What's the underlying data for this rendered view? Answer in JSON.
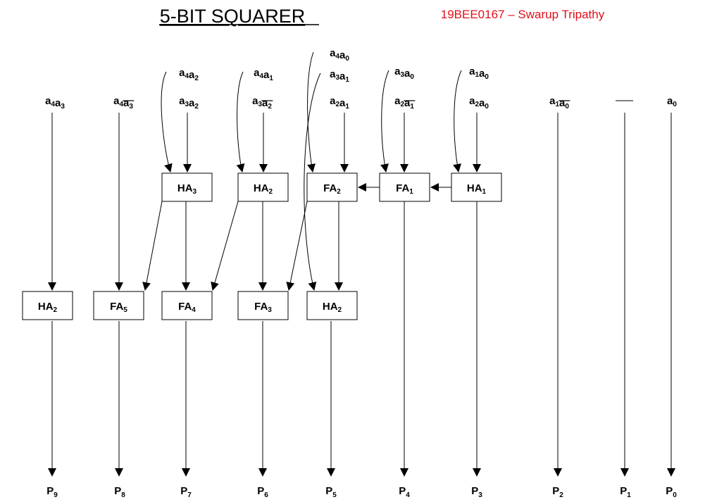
{
  "title": "5-BIT SQUARER",
  "author": "19BEE0167 – Swarup Tripathy",
  "inputs": [
    {
      "id": "a4a3",
      "text": [
        [
          "a",
          "4"
        ],
        [
          "a",
          "3"
        ]
      ]
    },
    {
      "id": "a4a3b",
      "text": [
        [
          "a",
          "4"
        ],
        [
          "a",
          "3",
          "bar"
        ]
      ]
    },
    {
      "id": "a4a2",
      "text": [
        [
          "a",
          "4"
        ],
        [
          "a",
          "2"
        ]
      ]
    },
    {
      "id": "a3a2",
      "text": [
        [
          "a",
          "3"
        ],
        [
          "a",
          "2"
        ]
      ]
    },
    {
      "id": "a4a1",
      "text": [
        [
          "a",
          "4"
        ],
        [
          "a",
          "1"
        ]
      ]
    },
    {
      "id": "a3a2b",
      "text": [
        [
          "a",
          "3"
        ],
        [
          "a",
          "2",
          "bar"
        ]
      ]
    },
    {
      "id": "a4a0",
      "text": [
        [
          "a",
          "4"
        ],
        [
          "a",
          "0"
        ]
      ]
    },
    {
      "id": "a3a1",
      "text": [
        [
          "a",
          "3"
        ],
        [
          "a",
          "1"
        ]
      ]
    },
    {
      "id": "a2a1",
      "text": [
        [
          "a",
          "2"
        ],
        [
          "a",
          "1"
        ]
      ]
    },
    {
      "id": "a3a0",
      "text": [
        [
          "a",
          "3"
        ],
        [
          "a",
          "0"
        ]
      ]
    },
    {
      "id": "a2a1b",
      "text": [
        [
          "a",
          "2"
        ],
        [
          "a",
          "1",
          "bar"
        ]
      ]
    },
    {
      "id": "a1a0",
      "text": [
        [
          "a",
          "1"
        ],
        [
          "a",
          "0"
        ]
      ]
    },
    {
      "id": "a2a0",
      "text": [
        [
          "a",
          "2"
        ],
        [
          "a",
          "0"
        ]
      ]
    },
    {
      "id": "a1a0b",
      "text": [
        [
          "a",
          "1"
        ],
        [
          "a",
          "0",
          "bar"
        ]
      ]
    },
    {
      "id": "a0",
      "text": [
        [
          "a",
          "0"
        ]
      ]
    }
  ],
  "blocks": [
    {
      "id": "ha3-top",
      "text": [
        "HA",
        "3"
      ]
    },
    {
      "id": "ha2-top",
      "text": [
        "HA",
        "2"
      ]
    },
    {
      "id": "fa2",
      "text": [
        "FA",
        "2"
      ]
    },
    {
      "id": "fa1",
      "text": [
        "FA",
        "1"
      ]
    },
    {
      "id": "ha1",
      "text": [
        "HA",
        "1"
      ]
    },
    {
      "id": "ha2-a",
      "text": [
        "HA",
        "2"
      ]
    },
    {
      "id": "fa5",
      "text": [
        "FA",
        "5"
      ]
    },
    {
      "id": "fa4",
      "text": [
        "FA",
        "4"
      ]
    },
    {
      "id": "fa3",
      "text": [
        "FA",
        "3"
      ]
    },
    {
      "id": "ha2-b",
      "text": [
        "HA",
        "2"
      ]
    }
  ],
  "outputs": [
    {
      "id": "p9",
      "text": [
        "P",
        "9"
      ]
    },
    {
      "id": "p8",
      "text": [
        "P",
        "8"
      ]
    },
    {
      "id": "p7",
      "text": [
        "P",
        "7"
      ]
    },
    {
      "id": "p6",
      "text": [
        "P",
        "6"
      ]
    },
    {
      "id": "p5",
      "text": [
        "P",
        "5"
      ]
    },
    {
      "id": "p4",
      "text": [
        "P",
        "4"
      ]
    },
    {
      "id": "p3",
      "text": [
        "P",
        "3"
      ]
    },
    {
      "id": "p2",
      "text": [
        "P",
        "2"
      ]
    },
    {
      "id": "p1",
      "text": [
        "P",
        "1"
      ]
    },
    {
      "id": "p0",
      "text": [
        "P",
        "0"
      ]
    }
  ]
}
